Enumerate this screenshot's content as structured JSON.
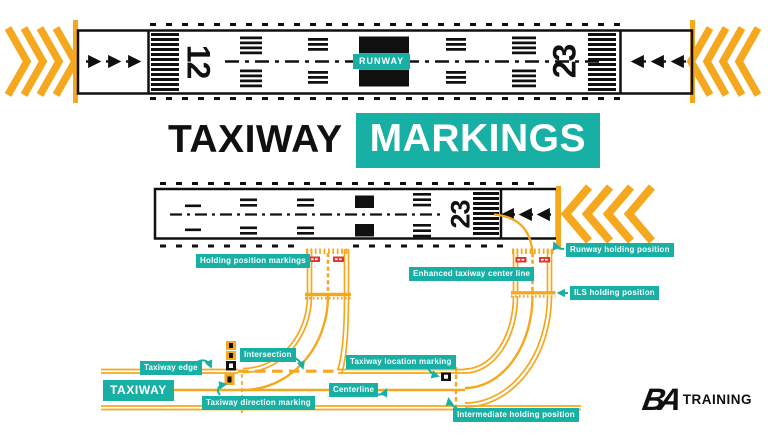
{
  "title": {
    "part1": "TAXIWAY",
    "part2": "MARKINGS"
  },
  "runway_top": {
    "label": "RUNWAY",
    "number_left": "12",
    "number_right": "23"
  },
  "runway_bottom": {
    "number_right": "23"
  },
  "labels": {
    "holding_position_markings": "Holding position markings",
    "runway_holding_position": "Runway holding position",
    "enhanced_center_line": "Enhanced taxiway center line",
    "ils_holding_position": "ILS holding position",
    "intersection": "Intersection",
    "taxiway_edge": "Taxiway edge",
    "taxiway_big": "TAXIWAY",
    "taxiway_direction_marking": "Taxiway direction marking",
    "taxiway_location_marking": "Taxiway location marking",
    "centerline": "Centerline",
    "intermediate_holding_position": "Intermediate holding position"
  },
  "logo": {
    "monogram": "BA",
    "text": "TRAINING"
  },
  "colors": {
    "yellow": "#F5A71E",
    "teal": "#18AFA4",
    "black": "#101010",
    "red": "#E4342E",
    "white": "#FFFFFF"
  }
}
